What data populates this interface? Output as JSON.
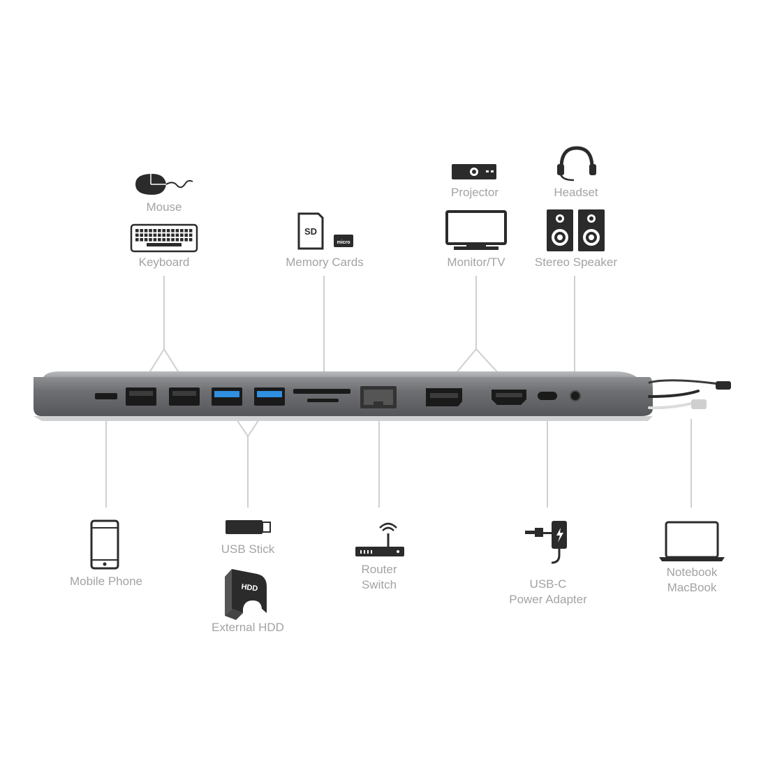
{
  "devices_top": {
    "mouse": "Mouse",
    "keyboard": "Keyboard",
    "memory_cards": "Memory Cards",
    "projector": "Projector",
    "monitor": "Monitor/TV",
    "headset": "Headset",
    "speaker": "Stereo Speaker"
  },
  "devices_bottom": {
    "phone": "Mobile Phone",
    "usb_stick": "USB Stick",
    "hdd": "External HDD",
    "router_line1": "Router",
    "router_line2": "Switch",
    "adapter_line1": "USB-C",
    "adapter_line2": "Power Adapter",
    "notebook_line1": "Notebook",
    "notebook_line2": "MacBook"
  },
  "icon_text": {
    "sd": "SD",
    "micro": "micro",
    "hdd": "HDD"
  },
  "colors": {
    "label": "#a3a3a3",
    "icon": "#2b2b2b",
    "connector_line": "#cfcfcf",
    "dock_body": "#6e6f72",
    "usb3_blue": "#2f8fe0"
  },
  "icons": [
    "mouse-icon",
    "keyboard-icon",
    "sd-card-icon",
    "micro-sd-icon",
    "projector-icon",
    "monitor-icon",
    "headset-icon",
    "speaker-icon",
    "phone-icon",
    "usb-stick-icon",
    "hdd-icon",
    "router-icon",
    "power-adapter-icon",
    "laptop-icon"
  ]
}
